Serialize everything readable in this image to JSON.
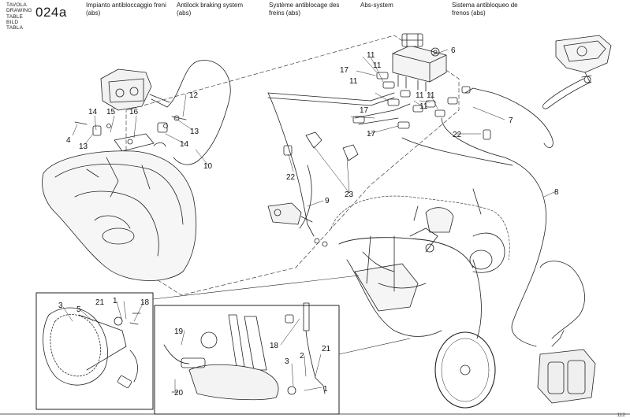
{
  "header": {
    "table_words": [
      "TAVOLA",
      "DRAWING",
      "TABLE",
      "BILD",
      "TABLA"
    ],
    "drawing_code": "024a",
    "titles": [
      {
        "line1": "Impianto antibloccaggio freni",
        "line2": "(abs)"
      },
      {
        "line1": "Antilock braking system",
        "line2": "(abs)"
      },
      {
        "line1": "Système antiblocage des",
        "line2": "freins (abs)"
      },
      {
        "line1": "Abs-system",
        "line2": ""
      },
      {
        "line1": "Sistema antibloqueo de",
        "line2": "frenos (abs)"
      }
    ]
  },
  "callouts": [
    "1",
    "2",
    "3",
    "4",
    "5",
    "6",
    "7",
    "8",
    "9",
    "10",
    "11",
    "12",
    "13",
    "14",
    "15",
    "16",
    "17",
    "18",
    "19",
    "20",
    "21",
    "22",
    "23"
  ],
  "page_number": "112"
}
